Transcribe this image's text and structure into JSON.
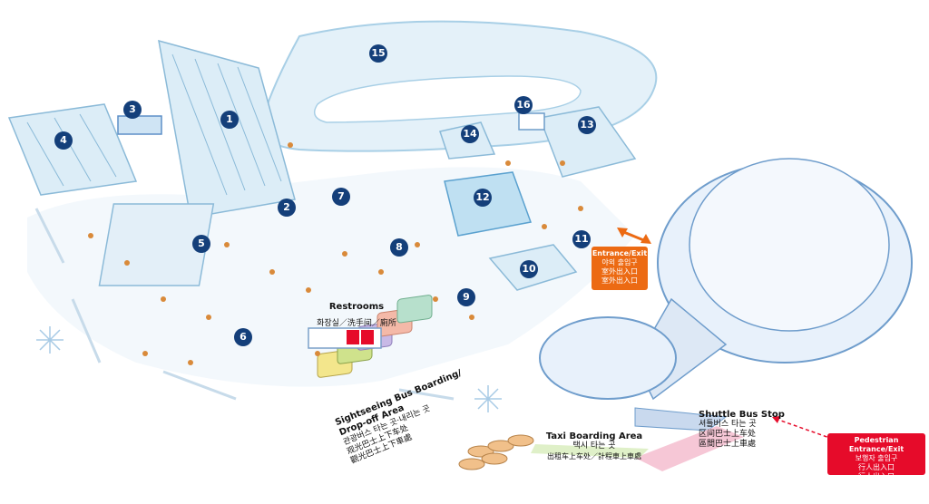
{
  "markers": [
    {
      "id": "marker-1",
      "label": "1"
    },
    {
      "id": "marker-2",
      "label": "2"
    },
    {
      "id": "marker-3",
      "label": "3"
    },
    {
      "id": "marker-4",
      "label": "4"
    },
    {
      "id": "marker-5",
      "label": "5"
    },
    {
      "id": "marker-6",
      "label": "6"
    },
    {
      "id": "marker-7",
      "label": "7"
    },
    {
      "id": "marker-8",
      "label": "8"
    },
    {
      "id": "marker-9",
      "label": "9"
    },
    {
      "id": "marker-10",
      "label": "10"
    },
    {
      "id": "marker-11",
      "label": "11"
    },
    {
      "id": "marker-12",
      "label": "12"
    },
    {
      "id": "marker-13",
      "label": "13"
    },
    {
      "id": "marker-14",
      "label": "14"
    },
    {
      "id": "marker-15",
      "label": "15"
    },
    {
      "id": "marker-16",
      "label": "16"
    }
  ],
  "restrooms": {
    "title": "Restrooms",
    "subtitle": "화장실／洗手间／廁所"
  },
  "entrance_exit": {
    "title": "Entrance/Exit",
    "lines": [
      "야외 출입구",
      "室外出入口",
      "室外出入口"
    ],
    "color": "#ec6a13"
  },
  "pedestrian_entrance": {
    "title": "Pedestrian Entrance/Exit",
    "lines": [
      "보행자 출입구",
      "行人出入口",
      "行人出入口"
    ],
    "color": "#e60b2a"
  },
  "shuttle_bus": {
    "title": "Shuttle Bus Stop",
    "lines": [
      "셔틀버스 타는 곳",
      "区间巴士上车处",
      "區間巴士上車處"
    ]
  },
  "taxi": {
    "title": "Taxi Boarding Area",
    "lines": [
      "택시 타는 곳",
      "出租车上车处／計程車上車處"
    ]
  },
  "sightseeing_bus": {
    "title": "Sightseeing Bus Boarding/ Drop-off Area",
    "lines": [
      "관광버스 타는 곳·내리는 곳",
      "观光巴士上下车处",
      "觀光巴士上下車處"
    ]
  },
  "colors": {
    "ice": "#dcedf7",
    "ice_edge": "#9cc5e0",
    "marker": "#143f7a",
    "dome": "#e8f1fb"
  }
}
